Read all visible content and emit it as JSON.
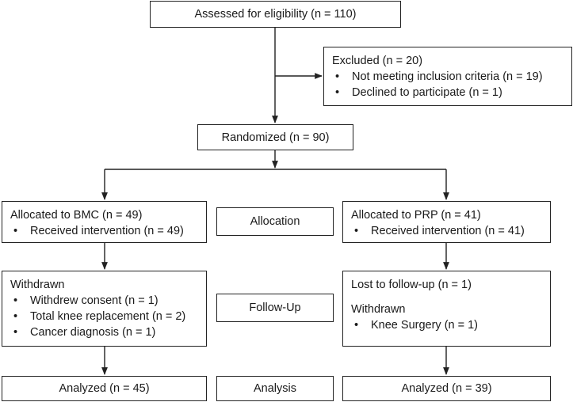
{
  "assessed": "Assessed for eligibility (n = 110)",
  "excluded": {
    "title": "Excluded (n = 20)",
    "items": [
      "Not meeting inclusion criteria (n = 19)",
      "Declined to participate (n = 1)"
    ]
  },
  "randomized": "Randomized (n = 90)",
  "bmc": {
    "allocated": "Allocated to BMC (n = 49)",
    "received": "Received intervention (n = 49)",
    "withdrawn_title": "Withdrawn",
    "withdrawn_items": [
      "Withdrew consent (n = 1)",
      "Total knee replacement (n = 2)",
      "Cancer diagnosis (n = 1)"
    ],
    "analyzed": "Analyzed (n = 45)"
  },
  "prp": {
    "allocated": "Allocated to PRP (n = 41)",
    "received": "Received intervention (n = 41)",
    "lost": "Lost to follow-up (n = 1)",
    "withdrawn_title": "Withdrawn",
    "withdrawn_items": [
      "Knee Surgery (n = 1)"
    ],
    "analyzed": "Analyzed (n = 39)"
  },
  "stages": {
    "allocation": "Allocation",
    "followup": "Follow-Up",
    "analysis": "Analysis"
  }
}
